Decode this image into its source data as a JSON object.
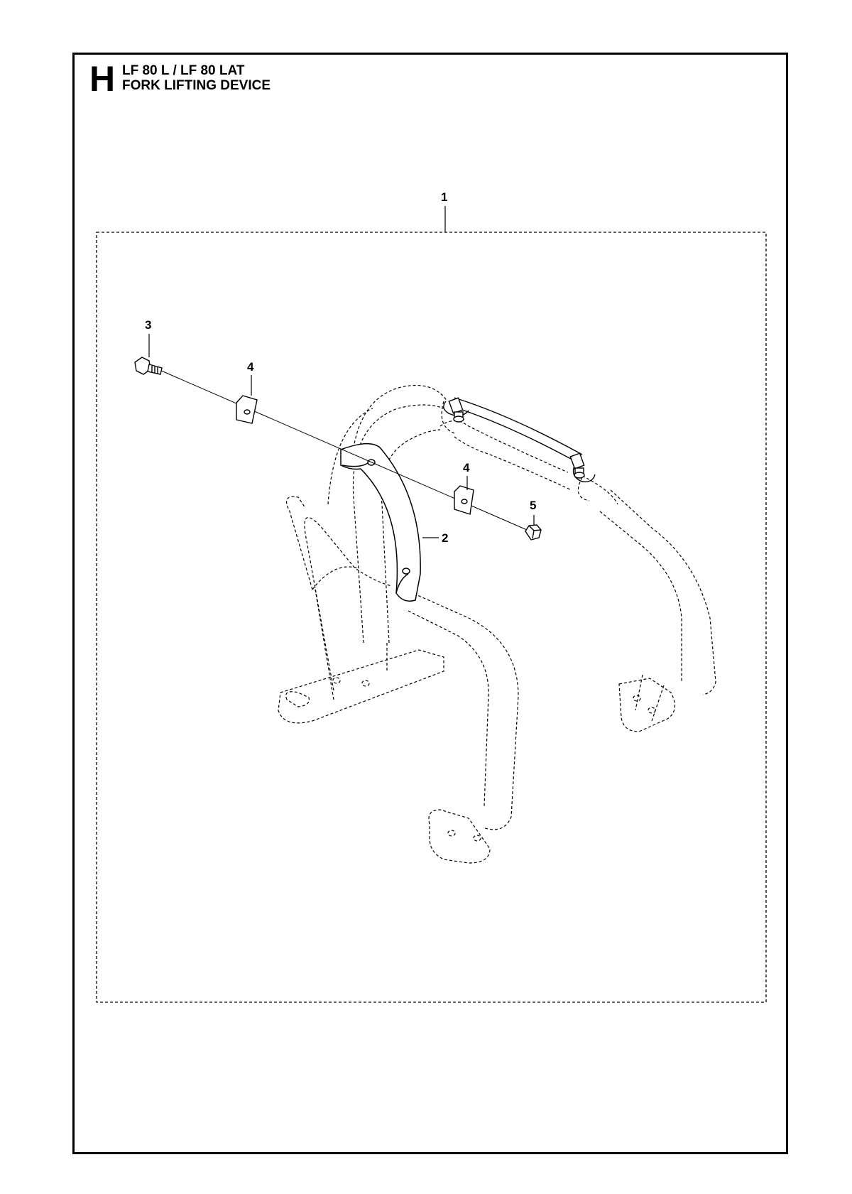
{
  "header": {
    "section_letter": "H",
    "model_line": "LF 80 L / LF 80 LAT",
    "title_line": "FORK LIFTING DEVICE"
  },
  "callouts": {
    "assembly": "1",
    "handle_bar": "2",
    "bolt": "3",
    "washer_a": "4",
    "washer_b": "4",
    "nut": "5"
  }
}
